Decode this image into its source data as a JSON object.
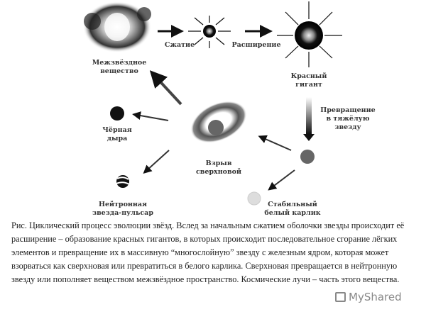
{
  "diagram": {
    "nodes": {
      "interstellar": "Межзвёздное вещество",
      "red_giant": "Красный гигант",
      "supernova": "Взрыв сверхновой",
      "black_hole": "Чёрная дыра",
      "neutron": "Нейтронная звезда-пульсар",
      "white_dwarf": "Стабильный белый карлик"
    },
    "node_lines": {
      "interstellar": [
        "Межзвёздное",
        "вещество"
      ],
      "red_giant": [
        "Красный",
        "гигант"
      ],
      "supernova": [
        "Взрыв",
        "сверхновой"
      ],
      "black_hole": [
        "Чёрная",
        "дыра"
      ],
      "neutron": [
        "Нейтронная",
        "звезда-пульсар"
      ],
      "white_dwarf": [
        "Стабильный",
        "белый карлик"
      ],
      "heavy": [
        "Превращение",
        "в тяжёлую",
        "звезду"
      ]
    },
    "edges": {
      "compression": "Сжатие",
      "expansion": "Расширение"
    }
  },
  "caption": "Рис. Циклический процесс эволюции звёзд. Вслед за начальным сжатием оболочки звезды происходит её расширение – образование красных гигантов, в которых происходит последовательное сгорание лёгких элементов и превращение их в массивную “многослойную” звезду с железным ядром, которая может взорваться как сверхновая или превратиться в белого карлика. Сверхновая превращается в нейтронную звезду или пополняет веществом межзвёздное пространство. Космические лучи – часть этого вещества.",
  "watermark": "MyShared"
}
